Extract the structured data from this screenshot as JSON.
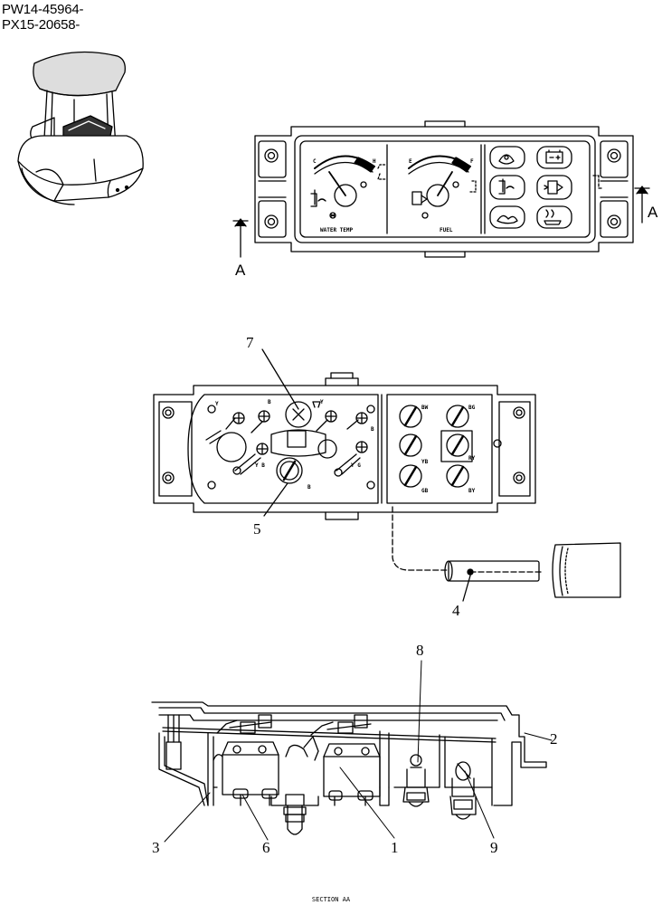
{
  "header": {
    "serial_range_1": "PW14-45964-",
    "serial_range_2": "PX15-20658-"
  },
  "panel_front": {
    "gauge_water_label": "WATER TEMP",
    "gauge_fuel_label": "FUEL",
    "gauge_water_cold": "C",
    "gauge_water_hot": "H",
    "gauge_fuel_empty": "E",
    "gauge_fuel_full": "F",
    "section_marker": "A"
  },
  "panel_rear": {
    "wire_codes": [
      "Y",
      "B",
      "Y",
      "B",
      "Y B",
      "Y G",
      "B",
      "BW",
      "BG",
      "YB",
      "RY",
      "GB",
      "BY"
    ]
  },
  "callouts": {
    "c1": "1",
    "c2": "2",
    "c3": "3",
    "c4": "4",
    "c5": "5",
    "c6": "6",
    "c7": "7",
    "c8": "8",
    "c9": "9"
  },
  "caption": "SECTION AA",
  "icons": [
    "excavator-cab-icon",
    "engine-oil-icon",
    "battery-icon",
    "water-temp-icon",
    "fuel-icon",
    "preheat-icon",
    "air-filter-icon"
  ]
}
